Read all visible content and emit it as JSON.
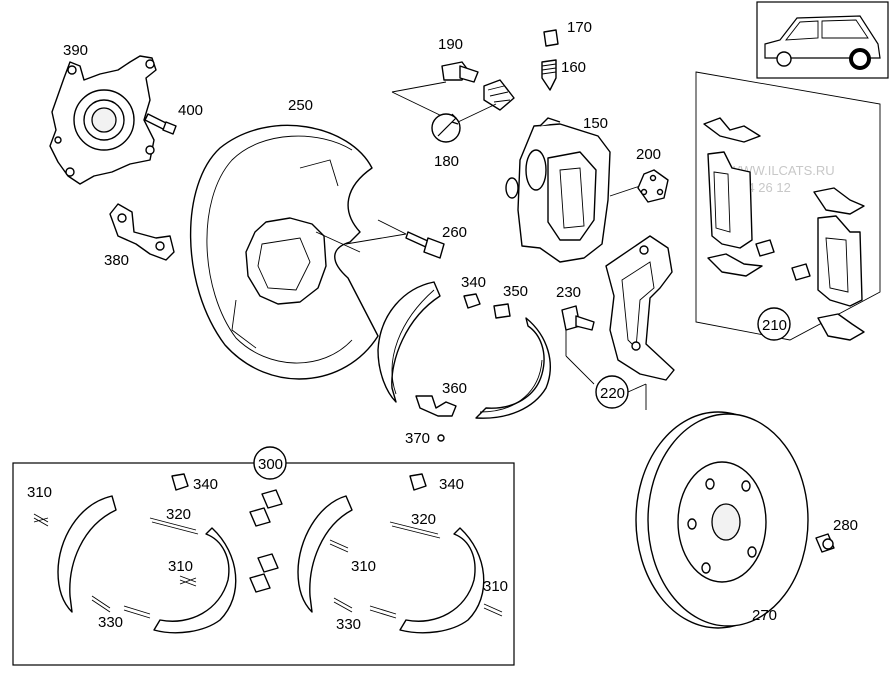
{
  "watermark": {
    "line1": "WWW.ILCATS.RU",
    "line2": "004 26 12"
  },
  "vehicle_icon": "car-side-rear-wheel-highlight-icon",
  "labels": {
    "p150": "150",
    "p160": "160",
    "p170": "170",
    "p180": "180",
    "p190": "190",
    "p200": "200",
    "p210": "210",
    "p220": "220",
    "p230": "230",
    "p250": "250",
    "p260": "260",
    "p270": "270",
    "p280": "280",
    "p300": "300",
    "p310a": "310",
    "p310b": "310",
    "p310c": "310",
    "p310d": "310",
    "p320a": "320",
    "p320b": "320",
    "p330a": "330",
    "p330b": "330",
    "p340": "340",
    "p340a": "340",
    "p340b": "340",
    "p350": "350",
    "p360": "360",
    "p370": "370",
    "p380": "380",
    "p390": "390",
    "p400": "400"
  }
}
